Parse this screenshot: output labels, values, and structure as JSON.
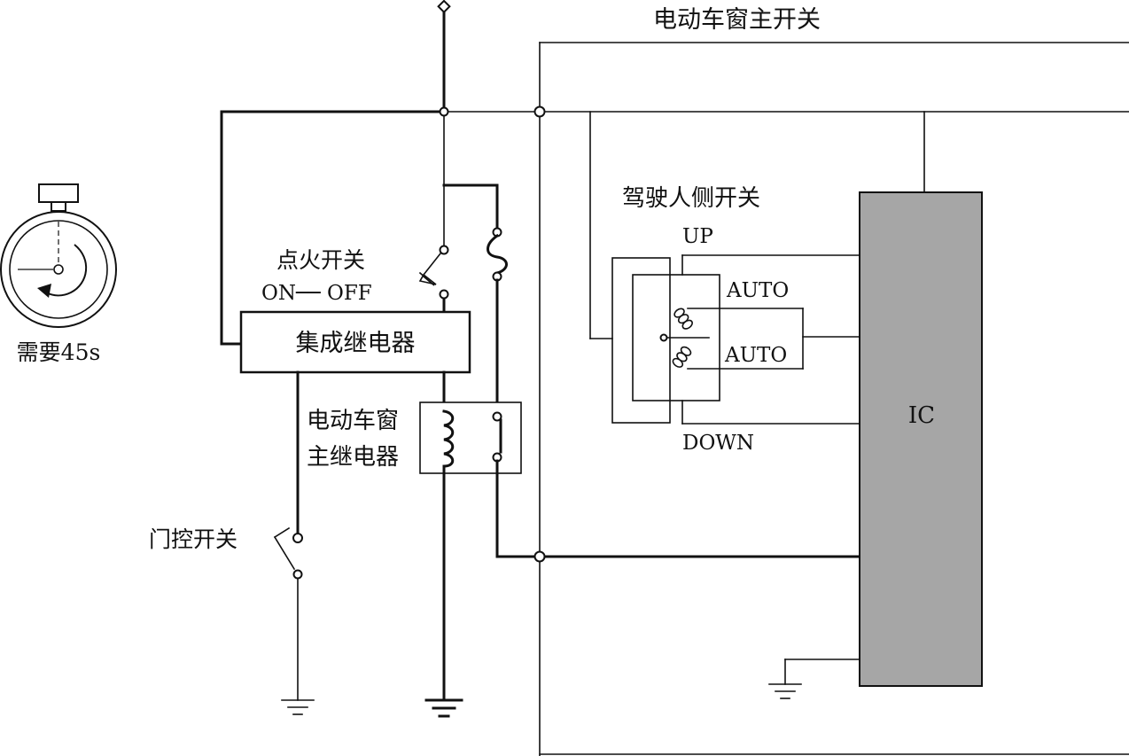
{
  "labels": {
    "main_switch": "电动车窗主开关",
    "driver_switch": "驾驶人侧开关",
    "up": "UP",
    "auto_top": "AUTO",
    "auto_bottom": "AUTO",
    "down": "DOWN",
    "ic": "IC",
    "ignition": "点火开关",
    "on_off": "ON── OFF",
    "integrated_relay": "集成继电器",
    "main_relay_line1": "电动车窗",
    "main_relay_line2": "主继电器",
    "door_switch": "门控开关",
    "timer": "需要45s"
  },
  "colors": {
    "line": "#111111",
    "ic_fill": "#a6a6a6",
    "background": "#ffffff"
  },
  "icons": {
    "timer": "stopwatch-icon",
    "ground": "ground-symbol",
    "fuse": "fuse-symbol"
  }
}
